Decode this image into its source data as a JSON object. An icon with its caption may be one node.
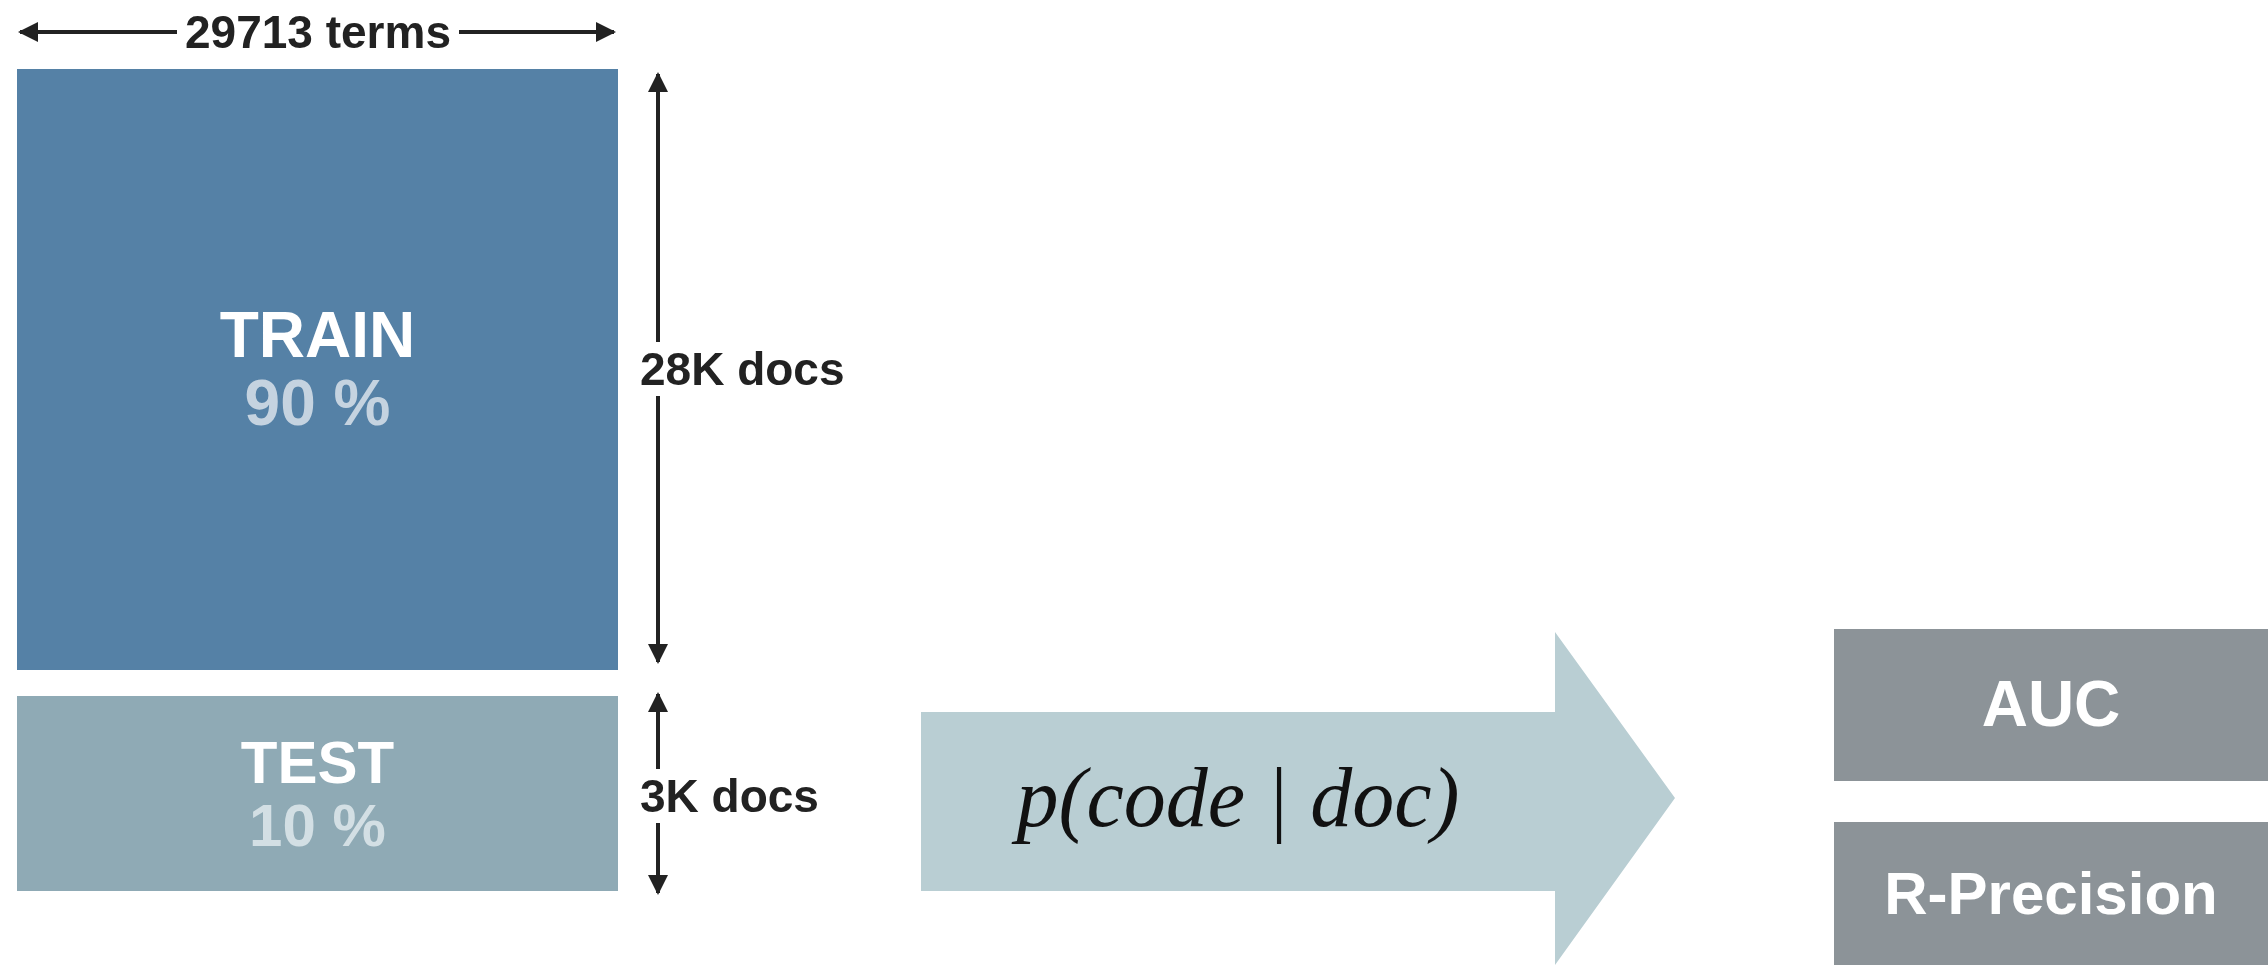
{
  "diagram": {
    "nodes": [
      {
        "text": [
          "TRAIN",
          "90 %"
        ]
      },
      {
        "text": [
          "TEST",
          "10 %"
        ]
      },
      {
        "text": [
          "p(code | doc)"
        ]
      },
      {
        "text": [
          "AUC"
        ]
      },
      {
        "text": [
          "R-Precision"
        ]
      }
    ],
    "labels": [
      "29713 terms",
      "28K docs",
      "3K docs"
    ]
  }
}
